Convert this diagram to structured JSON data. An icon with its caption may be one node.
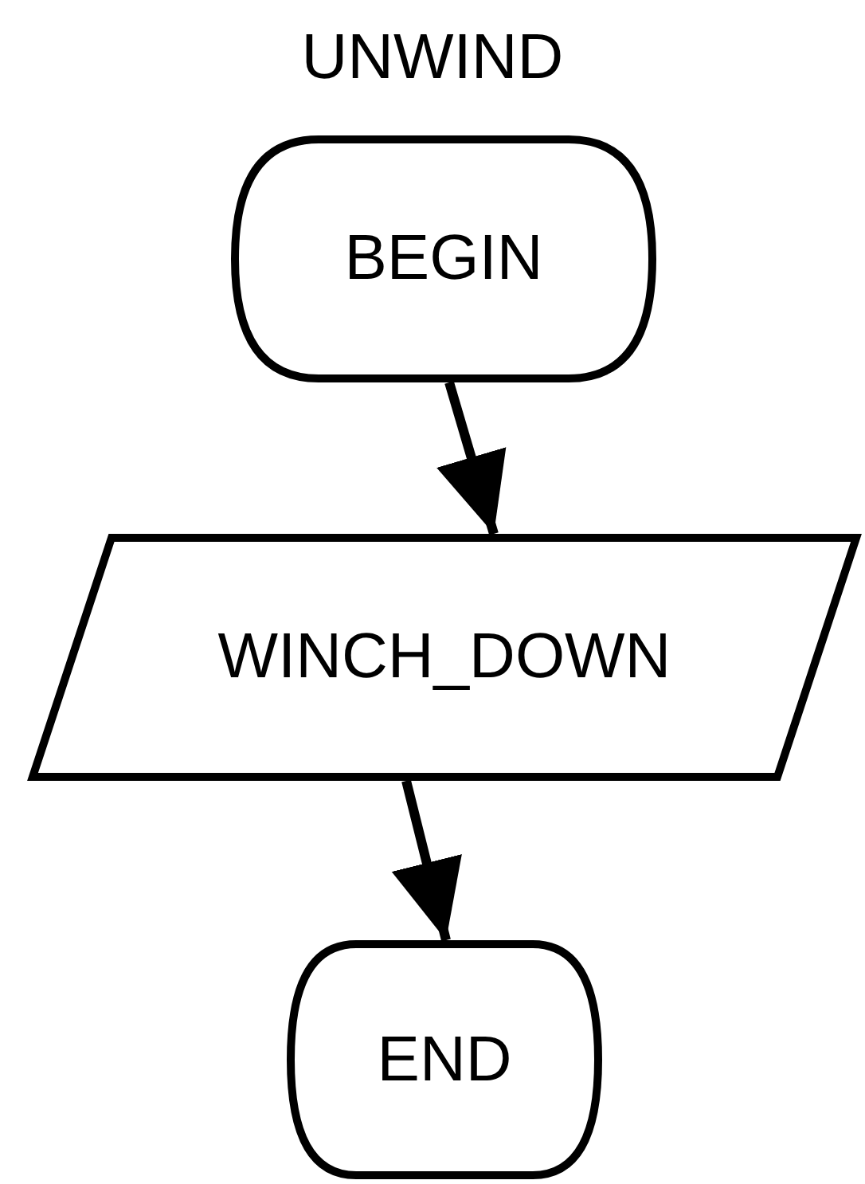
{
  "diagram": {
    "title": "UNWIND",
    "nodes": [
      {
        "text": [
          "BEGIN"
        ]
      },
      {
        "text": [
          "WINCH_DOWN"
        ]
      },
      {
        "text": [
          "END"
        ]
      }
    ],
    "edges": [
      {
        "from": 0,
        "to": 1,
        "arrow": "to"
      },
      {
        "from": 1,
        "to": 2,
        "arrow": "to"
      }
    ]
  }
}
